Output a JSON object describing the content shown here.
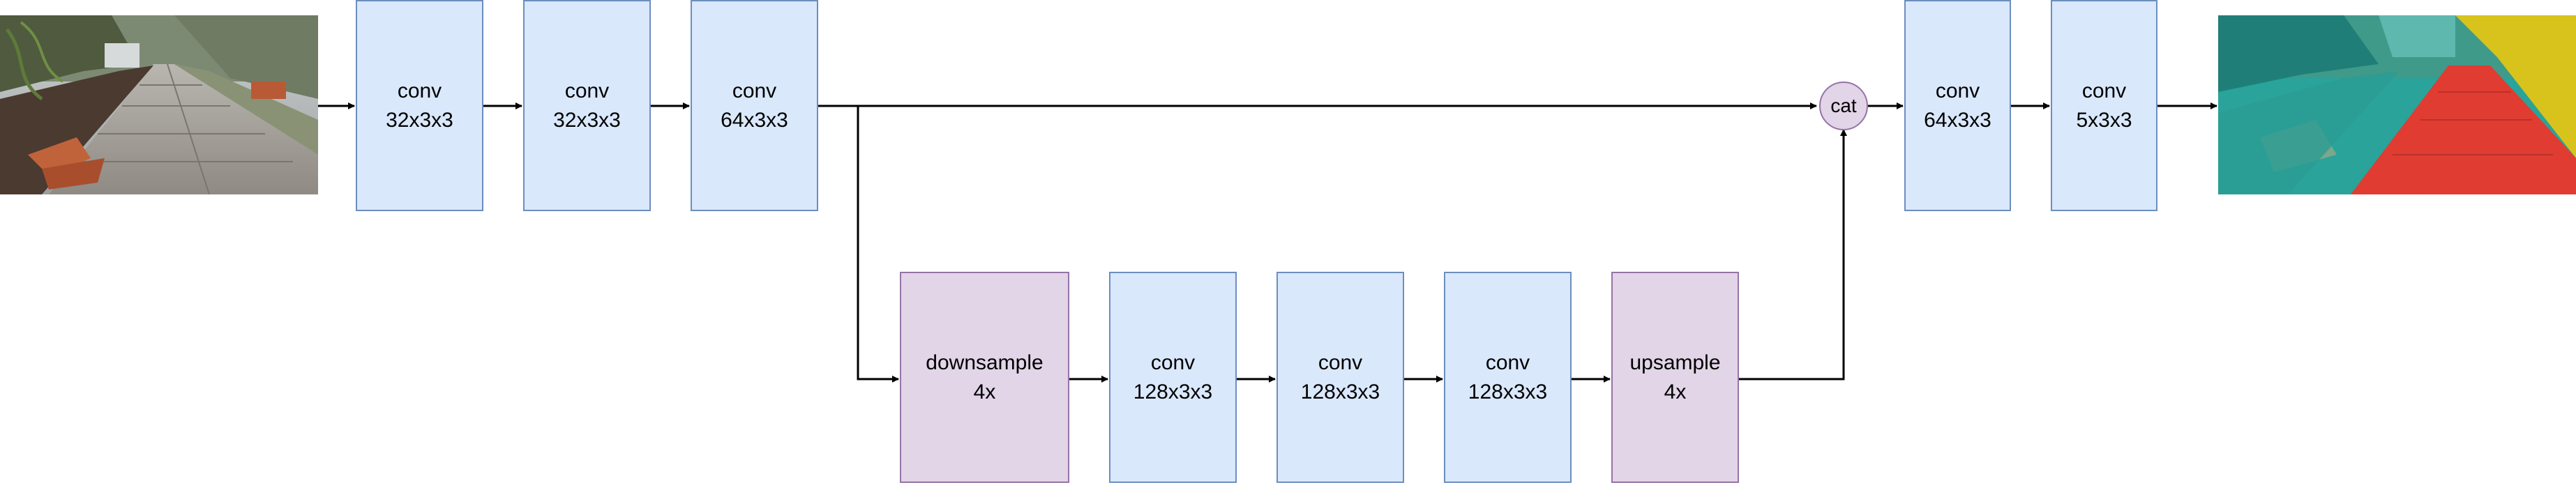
{
  "blocks": {
    "conv1": {
      "l1": "conv",
      "l2": "32x3x3"
    },
    "conv2": {
      "l1": "conv",
      "l2": "32x3x3"
    },
    "conv3": {
      "l1": "conv",
      "l2": "64x3x3"
    },
    "down": {
      "l1": "downsample",
      "l2": "4x"
    },
    "conv4": {
      "l1": "conv",
      "l2": "128x3x3"
    },
    "conv5": {
      "l1": "conv",
      "l2": "128x3x3"
    },
    "conv6": {
      "l1": "conv",
      "l2": "128x3x3"
    },
    "up": {
      "l1": "upsample",
      "l2": "4x"
    },
    "conv7": {
      "l1": "conv",
      "l2": "64x3x3"
    },
    "conv8": {
      "l1": "conv",
      "l2": "5x3x3"
    }
  },
  "cat_label": "cat",
  "colors": {
    "conv_fill": "#dae8fc",
    "conv_stroke": "#6c8ebf",
    "sample_fill": "#e1d5e7",
    "sample_stroke": "#9673a6",
    "seg_path": "#e03c31",
    "seg_grass": "#d8c31c",
    "seg_scene": "#2aa39a"
  }
}
